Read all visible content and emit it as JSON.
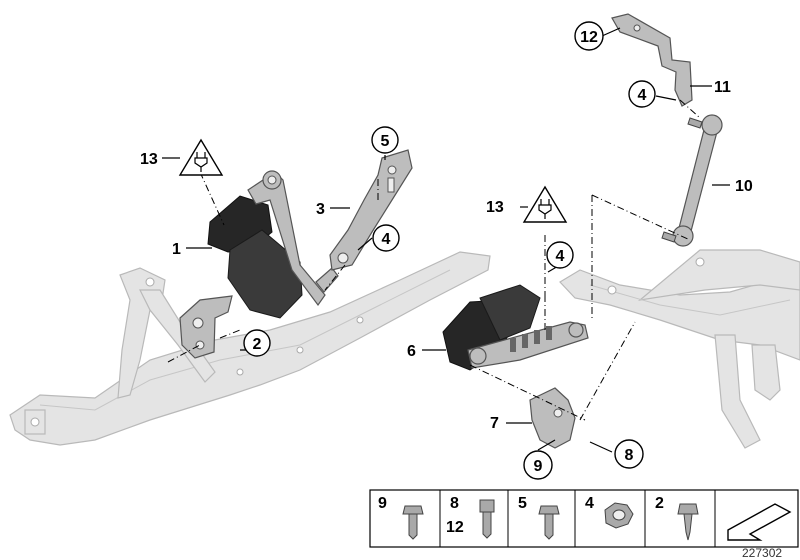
{
  "callouts": {
    "c1": "1",
    "c2": "2",
    "c3": "3",
    "c4a": "4",
    "c4b": "4",
    "c4c": "4",
    "c5": "5",
    "c6": "6",
    "c7": "7",
    "c8": "8",
    "c9": "9",
    "c10": "10",
    "c11": "11",
    "c12": "12",
    "c13a": "13",
    "c13b": "13"
  },
  "hardware_legend": {
    "cells": [
      {
        "labels": [
          "9"
        ]
      },
      {
        "labels": [
          "8",
          "12"
        ]
      },
      {
        "labels": [
          "5"
        ]
      },
      {
        "labels": [
          "4"
        ]
      },
      {
        "labels": [
          "2"
        ]
      }
    ]
  },
  "reference_number": "227302",
  "icons": {
    "connector_warning": "plug-warning-triangle-icon",
    "direction": "arrow-down-left-icon"
  }
}
